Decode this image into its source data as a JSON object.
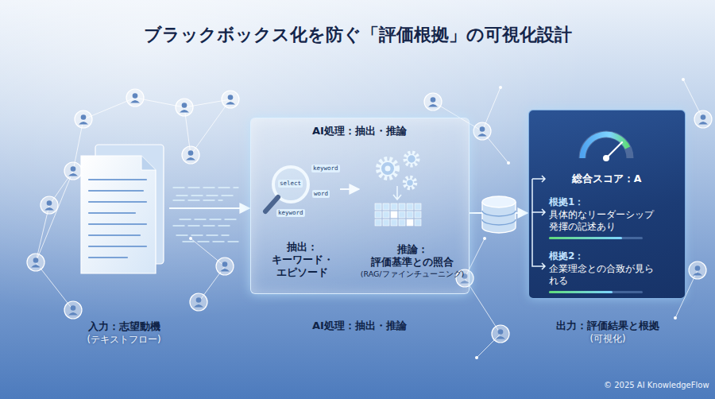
{
  "diagram": {
    "title": "ブラックボックス化を防ぐ「評価根拠」の可視化設計",
    "nodes": [
      {
        "text": [
          "入力：志望動機",
          "(テキストフロー)"
        ]
      },
      {
        "text": [
          "AI処理：抽出・推論",
          "AI処理：抽出・推論"
        ]
      },
      {
        "text": [
          "抽出：",
          "キーワード・エピソード"
        ],
        "in": 1
      },
      {
        "text": [
          "推論：",
          "評価基準との照合",
          "(RAG/ファインチューニング)"
        ],
        "in": 1
      },
      {
        "text": [
          "総合スコア：A",
          "出力：評価結果と根拠",
          "(可視化)"
        ]
      },
      {
        "text": [
          "根拠1：",
          "具体的なリーダーシップ発揮の記述あり"
        ],
        "in": 4
      },
      {
        "text": [
          "根拠2：",
          "企業理念との合致が見られる"
        ],
        "in": 4
      }
    ],
    "edges": [
      {
        "from": 0,
        "to": 1,
        "arrow": "to"
      },
      {
        "from": 2,
        "to": 3,
        "arrow": "to"
      },
      {
        "from": 1,
        "to": 4,
        "arrow": "to"
      }
    ],
    "labels": [
      "keyword",
      "select",
      "word",
      "keyword",
      "© 2025 AI KnowledgeFlow"
    ]
  }
}
